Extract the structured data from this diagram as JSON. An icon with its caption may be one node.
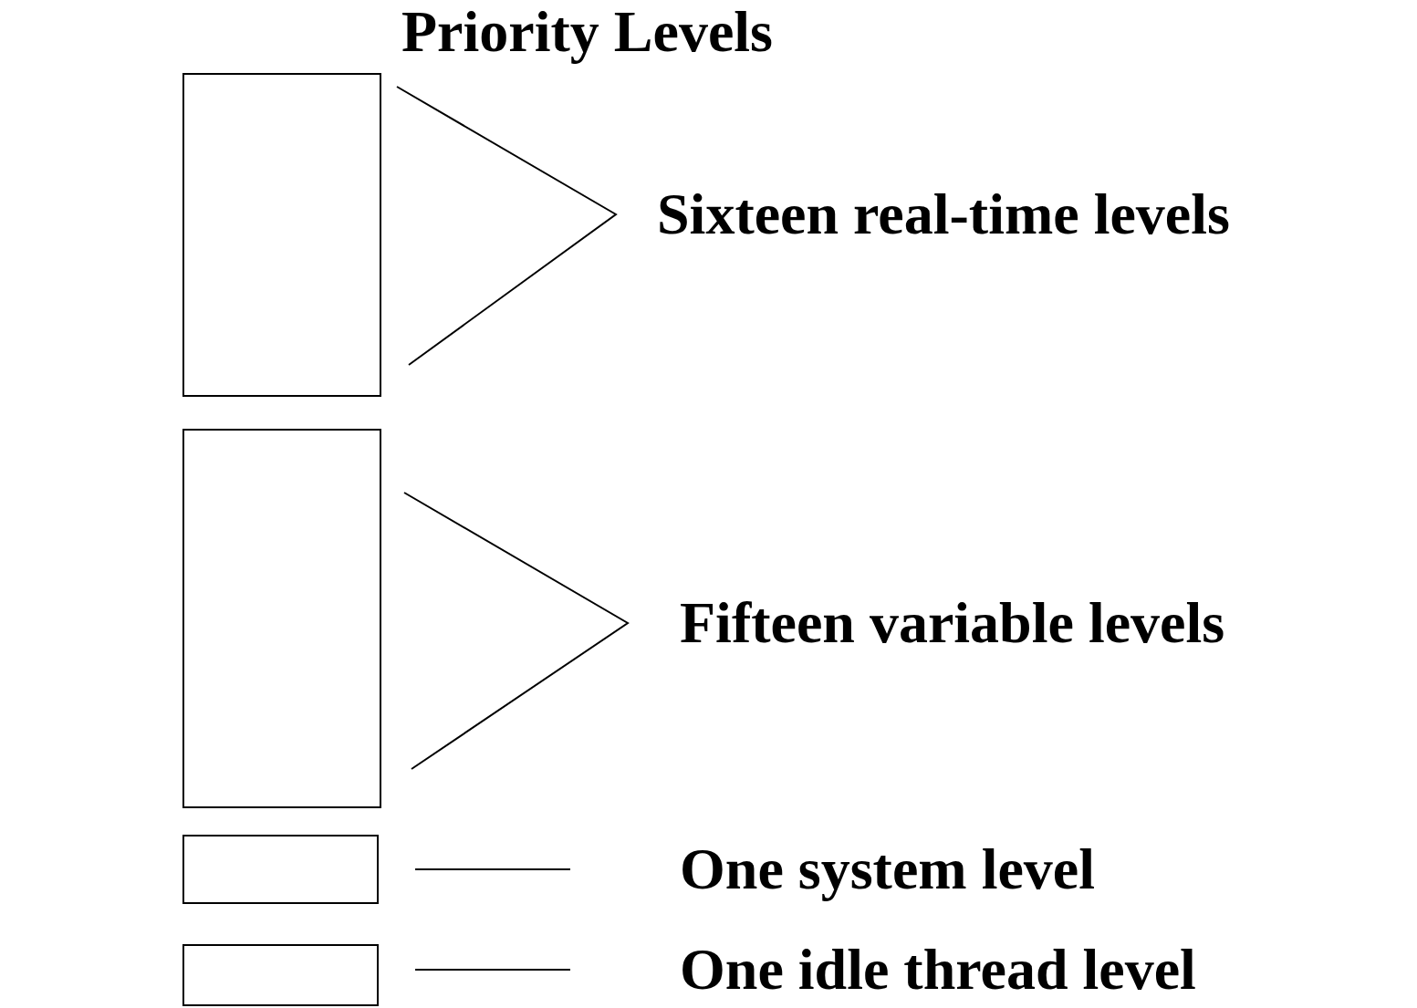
{
  "diagram": {
    "title": "Priority Levels",
    "nodes": [
      {
        "text": [],
        "shape": "box"
      },
      {
        "text": [],
        "shape": "box"
      },
      {
        "text": [],
        "shape": "box"
      },
      {
        "text": [],
        "shape": "box"
      }
    ],
    "labels": [
      "Sixteen real-time levels",
      "Fifteen variable levels",
      "One system level",
      "One idle thread level"
    ]
  }
}
